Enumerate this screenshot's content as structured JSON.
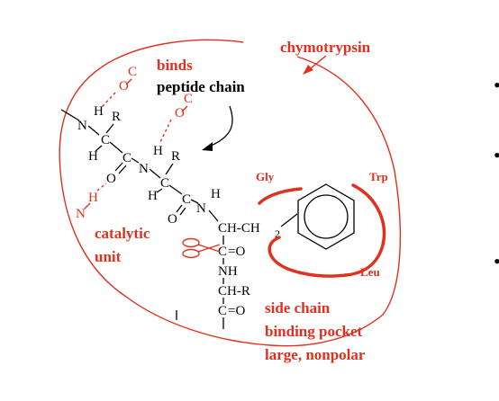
{
  "labels": {
    "chymotrypsin": "chymotrypsin",
    "binds": "binds",
    "peptide_chain": "peptide chain",
    "catalytic": "catalytic",
    "unit": "unit",
    "gly": "Gly",
    "trp": "Trp",
    "leu": "Leu",
    "side_chain": "side chain",
    "binding_pocket": "binding pocket",
    "large_nonpolar": "large, nonpolar"
  },
  "atoms": {
    "n1": "N",
    "h1": "H",
    "r1": "R",
    "c1": "C",
    "h2": "H",
    "c2": "C",
    "o1": "O",
    "n2": "N",
    "h3": "H",
    "r2": "R",
    "c3": "C",
    "h4": "H",
    "c4": "C",
    "o2": "O",
    "n3": "N",
    "h5": "H",
    "chch2": "CH-CH",
    "sub2": "2",
    "c5": "C",
    "eq_o": "=O",
    "nh": "NH",
    "chr": "CH-R",
    "c6": "C",
    "eq_o2": "=O",
    "ro1_o": "O",
    "ro1_c": "C",
    "ro2_o": "O",
    "ro2_c": "C",
    "rh": "H",
    "rn": "N"
  },
  "bullets": [
    "•",
    "•",
    "•"
  ],
  "colors": {
    "accent": "#e0301e",
    "ink": "#000000"
  }
}
